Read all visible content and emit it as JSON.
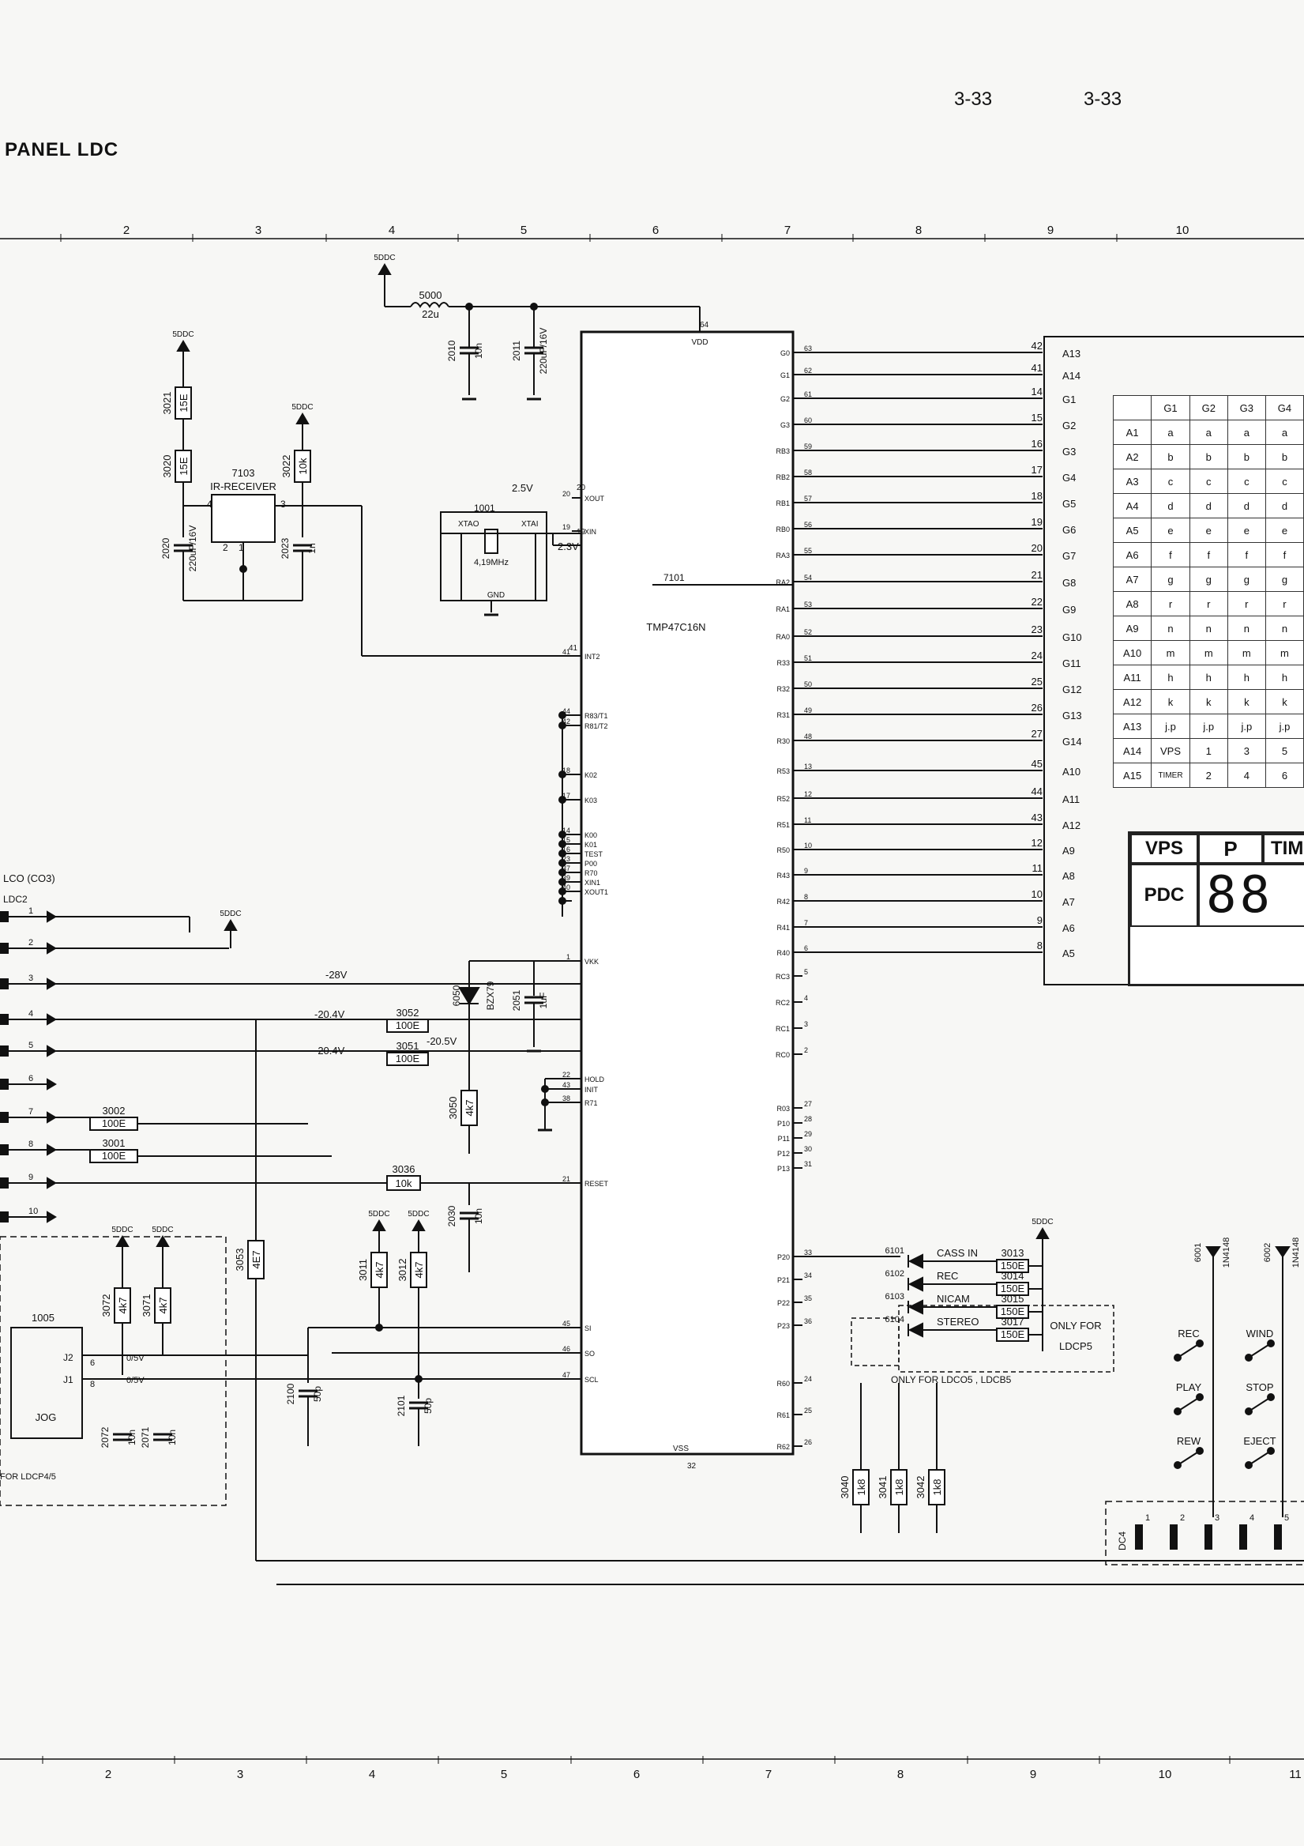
{
  "header": {
    "title": "PANEL LDC",
    "page_left": "3-33",
    "page_right": "3-33"
  },
  "grid_top": [
    "2",
    "3",
    "4",
    "5",
    "6",
    "7",
    "8",
    "9",
    "10"
  ],
  "grid_bottom": [
    "2",
    "3",
    "4",
    "5",
    "6",
    "7",
    "8",
    "9",
    "10",
    "11"
  ],
  "ic": {
    "ref": "7101",
    "part": "TMP47C16N",
    "vdd": "VDD",
    "vss": "VSS",
    "vdd_pin": "64",
    "vss_pin": "32"
  },
  "ic_left_pins": [
    {
      "num": "20",
      "name": "XOUT"
    },
    {
      "num": "19",
      "name": "XIN"
    },
    {
      "num": "41",
      "name": "INT2"
    },
    {
      "num": "44",
      "name": "R83/T1"
    },
    {
      "num": "42",
      "name": "R81/T2"
    },
    {
      "num": "18",
      "name": "K02"
    },
    {
      "num": "17",
      "name": "K03"
    },
    {
      "num": "14",
      "name": "K00"
    },
    {
      "num": "15",
      "name": "K01"
    },
    {
      "num": "16",
      "name": "TEST"
    },
    {
      "num": "23",
      "name": "P00"
    },
    {
      "num": "37",
      "name": "R70"
    },
    {
      "num": "39",
      "name": "XIN1"
    },
    {
      "num": "40",
      "name": "XOUT1"
    },
    {
      "num": "1",
      "name": "VKK"
    },
    {
      "num": "22",
      "name": "HOLD"
    },
    {
      "num": "43",
      "name": "INIT"
    },
    {
      "num": "38",
      "name": "R71"
    },
    {
      "num": "21",
      "name": "RESET"
    },
    {
      "num": "45",
      "name": "SI"
    },
    {
      "num": "46",
      "name": "SO"
    },
    {
      "num": "47",
      "name": "SCL"
    }
  ],
  "ic_right_pins": [
    {
      "num": "63",
      "name": "G0",
      "lcd_pin": "42",
      "lcd": "A13"
    },
    {
      "num": "62",
      "name": "G1",
      "lcd_pin": "41",
      "lcd": "A14"
    },
    {
      "num": "61",
      "name": "G2",
      "lcd_pin": "14",
      "lcd": "G1"
    },
    {
      "num": "60",
      "name": "G3",
      "lcd_pin": "15",
      "lcd": "G2"
    },
    {
      "num": "59",
      "name": "RB3",
      "lcd_pin": "16",
      "lcd": "G3"
    },
    {
      "num": "58",
      "name": "RB2",
      "lcd_pin": "17",
      "lcd": "G4"
    },
    {
      "num": "57",
      "name": "RB1",
      "lcd_pin": "18",
      "lcd": "G5"
    },
    {
      "num": "56",
      "name": "RB0",
      "lcd_pin": "19",
      "lcd": "G6"
    },
    {
      "num": "55",
      "name": "RA3",
      "lcd_pin": "20",
      "lcd": "G7"
    },
    {
      "num": "54",
      "name": "RA2",
      "lcd_pin": "21",
      "lcd": "G8"
    },
    {
      "num": "53",
      "name": "RA1",
      "lcd_pin": "22",
      "lcd": "G9"
    },
    {
      "num": "52",
      "name": "RA0",
      "lcd_pin": "23",
      "lcd": "G10"
    },
    {
      "num": "51",
      "name": "R33",
      "lcd_pin": "24",
      "lcd": "G11"
    },
    {
      "num": "50",
      "name": "R32",
      "lcd_pin": "25",
      "lcd": "G12"
    },
    {
      "num": "49",
      "name": "R31",
      "lcd_pin": "26",
      "lcd": "G13"
    },
    {
      "num": "48",
      "name": "R30",
      "lcd_pin": "27",
      "lcd": "G14"
    },
    {
      "num": "13",
      "name": "R53",
      "lcd_pin": "45",
      "lcd": "A10"
    },
    {
      "num": "12",
      "name": "R52",
      "lcd_pin": "44",
      "lcd": "A11"
    },
    {
      "num": "11",
      "name": "R51",
      "lcd_pin": "43",
      "lcd": "A12"
    },
    {
      "num": "10",
      "name": "R50",
      "lcd_pin": "12",
      "lcd": "A9"
    },
    {
      "num": "9",
      "name": "R43",
      "lcd_pin": "11",
      "lcd": "A8"
    },
    {
      "num": "8",
      "name": "R42",
      "lcd_pin": "10",
      "lcd": "A7"
    },
    {
      "num": "7",
      "name": "R41",
      "lcd_pin": "9",
      "lcd": "A6"
    },
    {
      "num": "6",
      "name": "R40",
      "lcd_pin": "8",
      "lcd": "A5"
    },
    {
      "num": "5",
      "name": "RC3",
      "lcd_pin": "",
      "lcd": ""
    },
    {
      "num": "4",
      "name": "RC2",
      "lcd_pin": "",
      "lcd": ""
    },
    {
      "num": "3",
      "name": "RC1",
      "lcd_pin": "",
      "lcd": ""
    },
    {
      "num": "2",
      "name": "RC0",
      "lcd_pin": "",
      "lcd": ""
    },
    {
      "num": "27",
      "name": "R03",
      "lcd_pin": "",
      "lcd": ""
    },
    {
      "num": "28",
      "name": "P10",
      "lcd_pin": "",
      "lcd": ""
    },
    {
      "num": "29",
      "name": "P11",
      "lcd_pin": "",
      "lcd": ""
    },
    {
      "num": "30",
      "name": "P12",
      "lcd_pin": "",
      "lcd": ""
    },
    {
      "num": "31",
      "name": "P13",
      "lcd_pin": "",
      "lcd": ""
    },
    {
      "num": "33",
      "name": "P20",
      "lcd_pin": "",
      "lcd": ""
    },
    {
      "num": "34",
      "name": "P21",
      "lcd_pin": "",
      "lcd": ""
    },
    {
      "num": "35",
      "name": "P22",
      "lcd_pin": "",
      "lcd": ""
    },
    {
      "num": "36",
      "name": "P23",
      "lcd_pin": "",
      "lcd": ""
    },
    {
      "num": "24",
      "name": "R60",
      "lcd_pin": "",
      "lcd": ""
    },
    {
      "num": "25",
      "name": "R61",
      "lcd_pin": "",
      "lcd": ""
    },
    {
      "num": "26",
      "name": "R62",
      "lcd_pin": "",
      "lcd": ""
    }
  ],
  "seg_table": {
    "headers": [
      "",
      "G1",
      "G2",
      "G3",
      "G4"
    ],
    "rows": [
      [
        "A1",
        "a",
        "a",
        "a",
        "a"
      ],
      [
        "A2",
        "b",
        "b",
        "b",
        "b"
      ],
      [
        "A3",
        "c",
        "c",
        "c",
        "c"
      ],
      [
        "A4",
        "d",
        "d",
        "d",
        "d"
      ],
      [
        "A5",
        "e",
        "e",
        "e",
        "e"
      ],
      [
        "A6",
        "f",
        "f",
        "f",
        "f"
      ],
      [
        "A7",
        "g",
        "g",
        "g",
        "g"
      ],
      [
        "A8",
        "r",
        "r",
        "r",
        "r"
      ],
      [
        "A9",
        "n",
        "n",
        "n",
        "n"
      ],
      [
        "A10",
        "m",
        "m",
        "m",
        "m"
      ],
      [
        "A11",
        "h",
        "h",
        "h",
        "h"
      ],
      [
        "A12",
        "k",
        "k",
        "k",
        "k"
      ],
      [
        "A13",
        "j.p",
        "j.p",
        "j.p",
        "j.p"
      ],
      [
        "A14",
        "VPS",
        "1",
        "3",
        "5"
      ],
      [
        "A15",
        "TIMER",
        "2",
        "4",
        "6"
      ]
    ]
  },
  "lcd_display": {
    "vps": "VPS",
    "p": "P",
    "tim": "TIM",
    "pdc": "PDC",
    "digits": "88"
  },
  "connector": {
    "name": "LCO (CO3)",
    "sub": "LDC2",
    "pins": [
      "1",
      "2",
      "3",
      "4",
      "5",
      "6",
      "7",
      "8",
      "9",
      "10"
    ]
  },
  "components": {
    "l5000": [
      "5000",
      "22u"
    ],
    "c2010": [
      "2010",
      "10n"
    ],
    "c2011": [
      "2011",
      "220uF/16V"
    ],
    "r3021": [
      "3021",
      "15E"
    ],
    "r3020": [
      "3020",
      "15E"
    ],
    "r3022": [
      "3022",
      "10k"
    ],
    "ir": [
      "7103",
      "IR-RECEIVER"
    ],
    "c2020": [
      "2020",
      "220uF/16V"
    ],
    "c2023": [
      "2023",
      "1n"
    ],
    "x1001": [
      "1001",
      "XTAO",
      "XTAI",
      "4,19MHz",
      "GND"
    ],
    "v25": "2.5V",
    "v23": "2.3V",
    "d6050": [
      "6050",
      "BZX79"
    ],
    "c2051": [
      "2051",
      "1uF"
    ],
    "r3052": [
      "3052",
      "100E"
    ],
    "r3051": [
      "3051",
      "100E"
    ],
    "r3050": [
      "3050",
      "4k7"
    ],
    "v28": "-28V",
    "v204a": "-20.4V",
    "v204b": "-20.4V",
    "v205": "-20.5V",
    "r3002": [
      "3002",
      "100E"
    ],
    "r3001": [
      "3001",
      "100E"
    ],
    "r3036": [
      "3036",
      "10k"
    ],
    "c2030": [
      "2030",
      "10n"
    ],
    "r3053": [
      "3053",
      "4E7"
    ],
    "r3011": [
      "3011",
      "4k7"
    ],
    "r3012": [
      "3012",
      "4k7"
    ],
    "r3072": [
      "3072",
      "4k7"
    ],
    "r3071": [
      "3071",
      "4k7"
    ],
    "c2100": [
      "2100",
      "50p"
    ],
    "c2101": [
      "2101",
      "50p"
    ],
    "c2072": [
      "2072",
      "10n"
    ],
    "c2071": [
      "2071",
      "10n"
    ],
    "jog": [
      "1005",
      "J2",
      "J1",
      "JOG",
      "0/5V",
      "0/5V",
      "6",
      "8"
    ],
    "jog_note": "FOR LDCP4/5",
    "leds": [
      {
        "ref": "6101",
        "name": "CASS IN",
        "r": "3013",
        "rv": "150E"
      },
      {
        "ref": "6102",
        "name": "REC",
        "r": "3014",
        "rv": "150E"
      },
      {
        "ref": "6103",
        "name": "NICAM",
        "r": "3015",
        "rv": "150E"
      },
      {
        "ref": "6104",
        "name": "STEREO",
        "r": "3017",
        "rv": "150E"
      }
    ],
    "only_ldcp5": "ONLY FOR LDCP5",
    "only_ldco5": "ONLY FOR LDCO5 , LDCB5",
    "r3040": [
      "3040",
      "1k8"
    ],
    "r3041": [
      "3041",
      "1k8"
    ],
    "r3042": [
      "3042",
      "1k8"
    ],
    "d6001": [
      "6001",
      "1N4148"
    ],
    "d6002": [
      "6002",
      "1N4148"
    ],
    "keys": [
      "REC",
      "WIND",
      "PLAY",
      "STOP",
      "REW",
      "EJECT"
    ],
    "dc4": "DC4",
    "dc4_pins": [
      "1",
      "2",
      "3",
      "4",
      "5"
    ],
    "supply": "5DDC",
    "pin_misc": [
      "2",
      "3",
      "4"
    ]
  }
}
